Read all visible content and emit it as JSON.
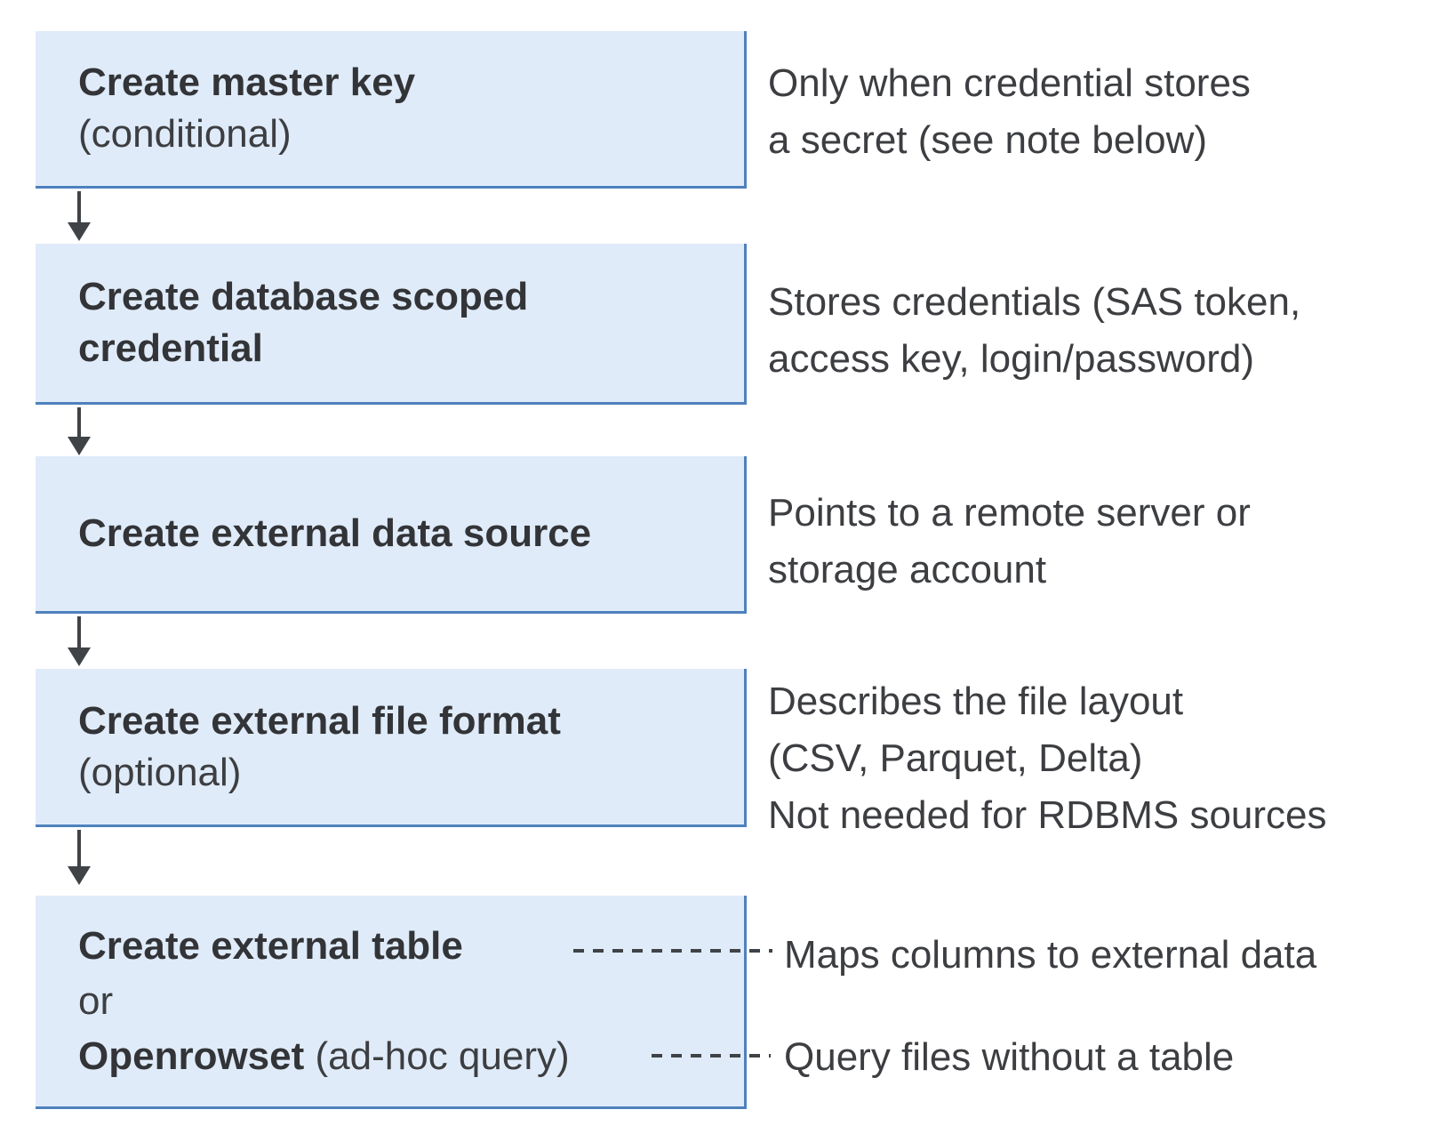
{
  "colors": {
    "box_fill": "#e0ebf9",
    "box_border": "#4e81bd",
    "title_text": "#323437",
    "note_text": "#3c3e41",
    "arrow": "#3f4347"
  },
  "boxes": [
    {
      "title": "Create master key",
      "subtitle": "(conditional)",
      "note_line1": "Only when credential stores",
      "note_line2": "a secret (see note below)"
    },
    {
      "title_line1": "Create database scoped",
      "title_line2": "credential",
      "note_line1": "Stores credentials (SAS token,",
      "note_line2": "access key, login/password)"
    },
    {
      "title": "Create external data source",
      "note_line1": "Points to a remote server or",
      "note_line2": "storage account"
    },
    {
      "title": "Create external file format",
      "subtitle": "(optional)",
      "note_line1": "Describes the file layout",
      "note_line2": "(CSV, Parquet, Delta)",
      "note_line3": "Not needed for RDBMS sources"
    },
    {
      "title_option1": "Create external table",
      "connector_word": "or",
      "title_option2_bold": "Openrowset",
      "title_option2_rest": " (ad-hoc query)",
      "note_option1": "Maps columns to external data",
      "note_option2": "Query files without a table"
    }
  ]
}
